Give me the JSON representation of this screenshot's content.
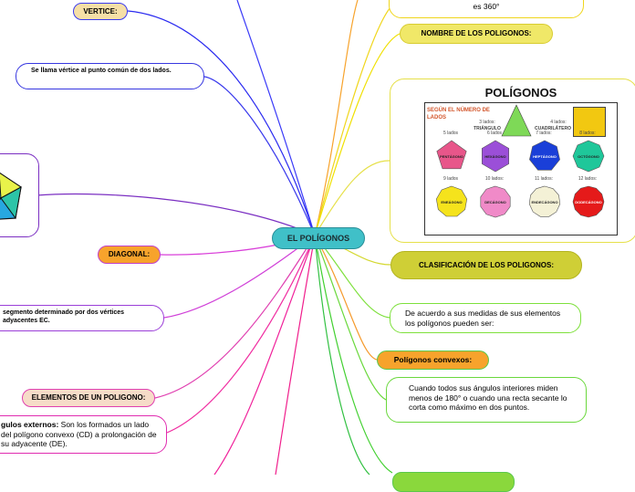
{
  "colors": {
    "center_bg": "#40c0c8",
    "nodeYellow": "#f0e868",
    "nodeOrange": "#f7a32c",
    "nodeLime": "#cce03c",
    "nodePink": "#f6cfe0",
    "purple": "#7b2fc2",
    "cyan": "#2aa6b6"
  },
  "center": {
    "label": "EL POLÍGONOS"
  },
  "nodes": {
    "vertice": "VERTICE:",
    "vertice_def": "Se llama vértice al punto común de dos lados.",
    "diagonal": "DIAGONAL:",
    "diagonal_def": "segmento determinado por dos vértices adyacentes EC.",
    "elementos": "ELEMENTOS DE UN POLIGONO:",
    "angulos_bold": "gulos externos:",
    "angulos_text": " Son los formados un  lado del polígono convexo (CD) a prolongación de su adyacente (DE).",
    "top_partial": "es 360°",
    "nombre": "NOMBRE DE LOS POLIGONOS:",
    "clasificacion": "CLASIFICACIÓN DE LOS POLIGONOS:",
    "clasif_def": "De acuerdo a sus medidas de sus elementos los polígonos pueden ser:",
    "convexos": "Polígonos convexos:",
    "convexos_def": "Cuando todos sus ángulos interiores miden menos de 180° o cuando una recta secante lo corta como máximo en dos puntos."
  },
  "image": {
    "title": "POLÍGONOS",
    "subtitle": "SEGÚN EL NÚMERO DE LADOS",
    "row1": [
      {
        "cap": "3 lados:",
        "name": "TRIÁNGULO",
        "color": "#7ed957"
      },
      {
        "cap": "4 lados:",
        "name": "CUADRILÁTERO",
        "color": "#f2c811"
      }
    ],
    "rows": [
      {
        "cap": "5 lados",
        "name": "PENTÁGONO",
        "color": "#e8568a"
      },
      {
        "cap": "6 lados",
        "name": "HEXÁGONO",
        "color": "#9b4fd8"
      },
      {
        "cap": "7 lados:",
        "name": "HEPTÁGONO",
        "color": "#1a3fd8"
      },
      {
        "cap": "8 lados:",
        "name": "OCTÓGONO",
        "color": "#1fc79a"
      },
      {
        "cap": "9 lados",
        "name": "ENEÁGONO",
        "color": "#f5e31c"
      },
      {
        "cap": "10 lados:",
        "name": "DECÁGONO",
        "color": "#f08ac8"
      },
      {
        "cap": "11 lados:",
        "name": "ENDECÁGONO",
        "color": "#f4f1d6"
      },
      {
        "cap": "12 lados:",
        "name": "DODECÁGONO",
        "color": "#e51a1a"
      }
    ]
  }
}
